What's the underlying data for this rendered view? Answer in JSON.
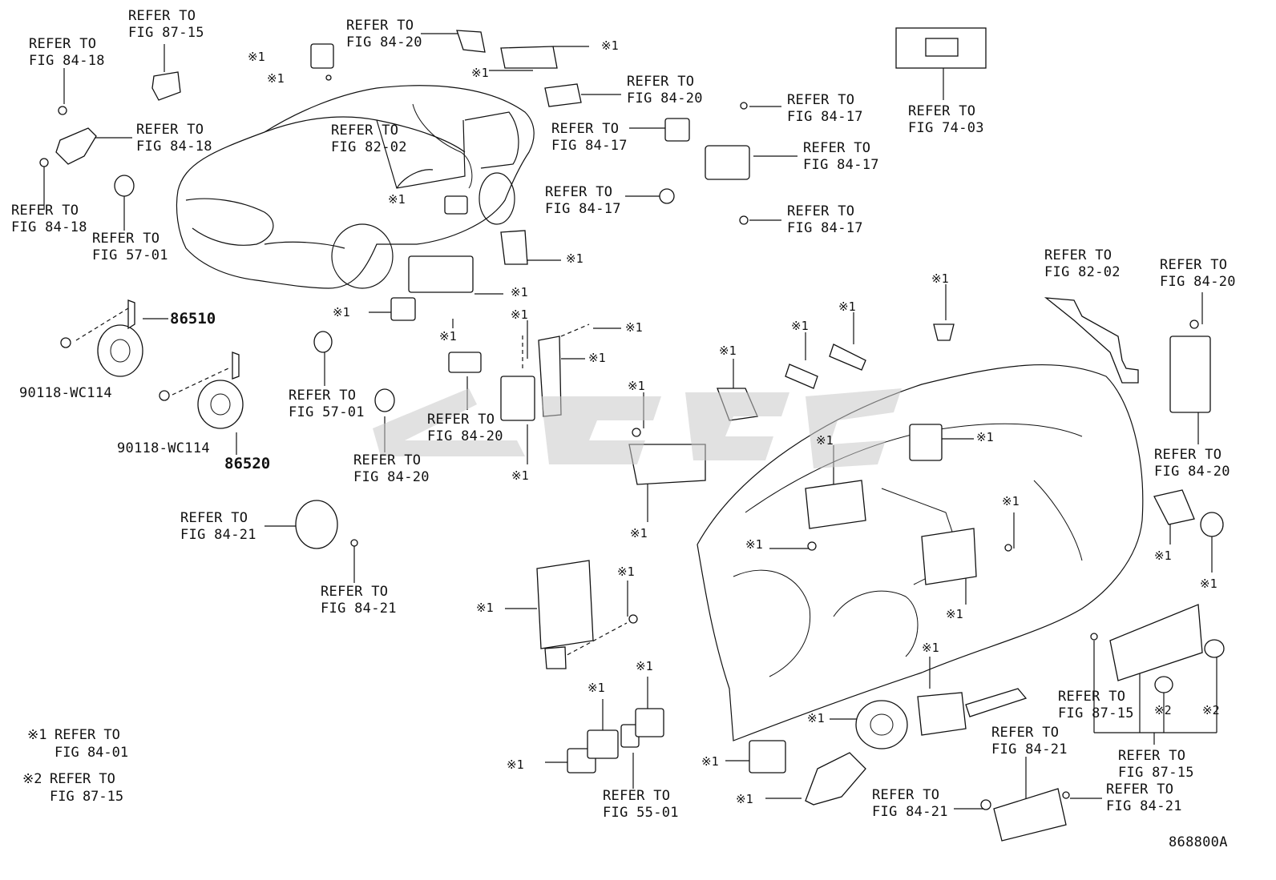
{
  "refs": {
    "r1": "REFER TO\nFIG 84-18",
    "r2": "REFER TO\nFIG 87-15",
    "r3": "REFER TO\nFIG 84-18",
    "r4": "REFER TO\nFIG 84-18",
    "r5": "REFER TO\nFIG 57-01",
    "r6": "REFER TO\nFIG 84-20",
    "r7": "REFER TO\nFIG 82-02",
    "r8": "REFER TO\nFIG 84-20",
    "r9": "REFER TO\nFIG 84-17",
    "r10": "REFER TO\nFIG 84-17",
    "r11": "REFER TO\nFIG 84-17",
    "r12": "REFER TO\nFIG 84-17",
    "r13": "REFER TO\nFIG 84-17",
    "r14": "REFER TO\nFIG 74-03",
    "r15": "REFER TO\nFIG 57-01",
    "r16": "REFER TO\nFIG 84-20",
    "r17": "REFER TO\nFIG 84-20",
    "r18": "REFER TO\nFIG 82-02",
    "r19": "REFER TO\nFIG 84-20",
    "r20": "REFER TO\nFIG 84-20",
    "r21": "REFER TO\nFIG 84-21",
    "r22": "REFER TO\nFIG 84-21",
    "r23": "REFER TO\nFIG 87-15",
    "r24": "REFER TO\nFIG 87-15",
    "r25": "REFER TO\nFIG 84-21",
    "r26": "REFER TO\nFIG 84-21",
    "r27": "REFER TO\nFIG 84-21",
    "r28": "REFER TO\nFIG 55-01"
  },
  "part_numbers": {
    "horn_high": "86510",
    "horn_low": "86520",
    "bolt_a": "90118-WC114",
    "bolt_b": "90118-WC114"
  },
  "marks": {
    "m1": "※1",
    "m2": "※1",
    "m3": "※1",
    "m4": "※1",
    "m5": "※1",
    "m6": "※1",
    "m7": "※1",
    "m8": "※1",
    "m9": "※1",
    "m10": "※1",
    "m11": "※1",
    "m12": "※1",
    "m13": "※1",
    "m14": "※1",
    "m15": "※1",
    "m16": "※1",
    "m17": "※1",
    "m18": "※1",
    "m19": "※1",
    "m20": "※1",
    "m21": "※1",
    "m22": "※1",
    "m23": "※1",
    "m24": "※1",
    "m25": "※1",
    "m26": "※1",
    "m27": "※1",
    "m28": "※1",
    "m29": "※1",
    "m30": "※1",
    "m31": "※1",
    "m32": "※1",
    "m33": "※1",
    "m34": "※1",
    "m35": "※1",
    "m36": "※2",
    "m37": "※2"
  },
  "legend": {
    "note1_mark": "※1",
    "note1_text": "REFER TO\nFIG 84-01",
    "note2_mark": "※2",
    "note2_text": "REFER TO\nFIG 87-15"
  },
  "diagram_id": "868800A"
}
